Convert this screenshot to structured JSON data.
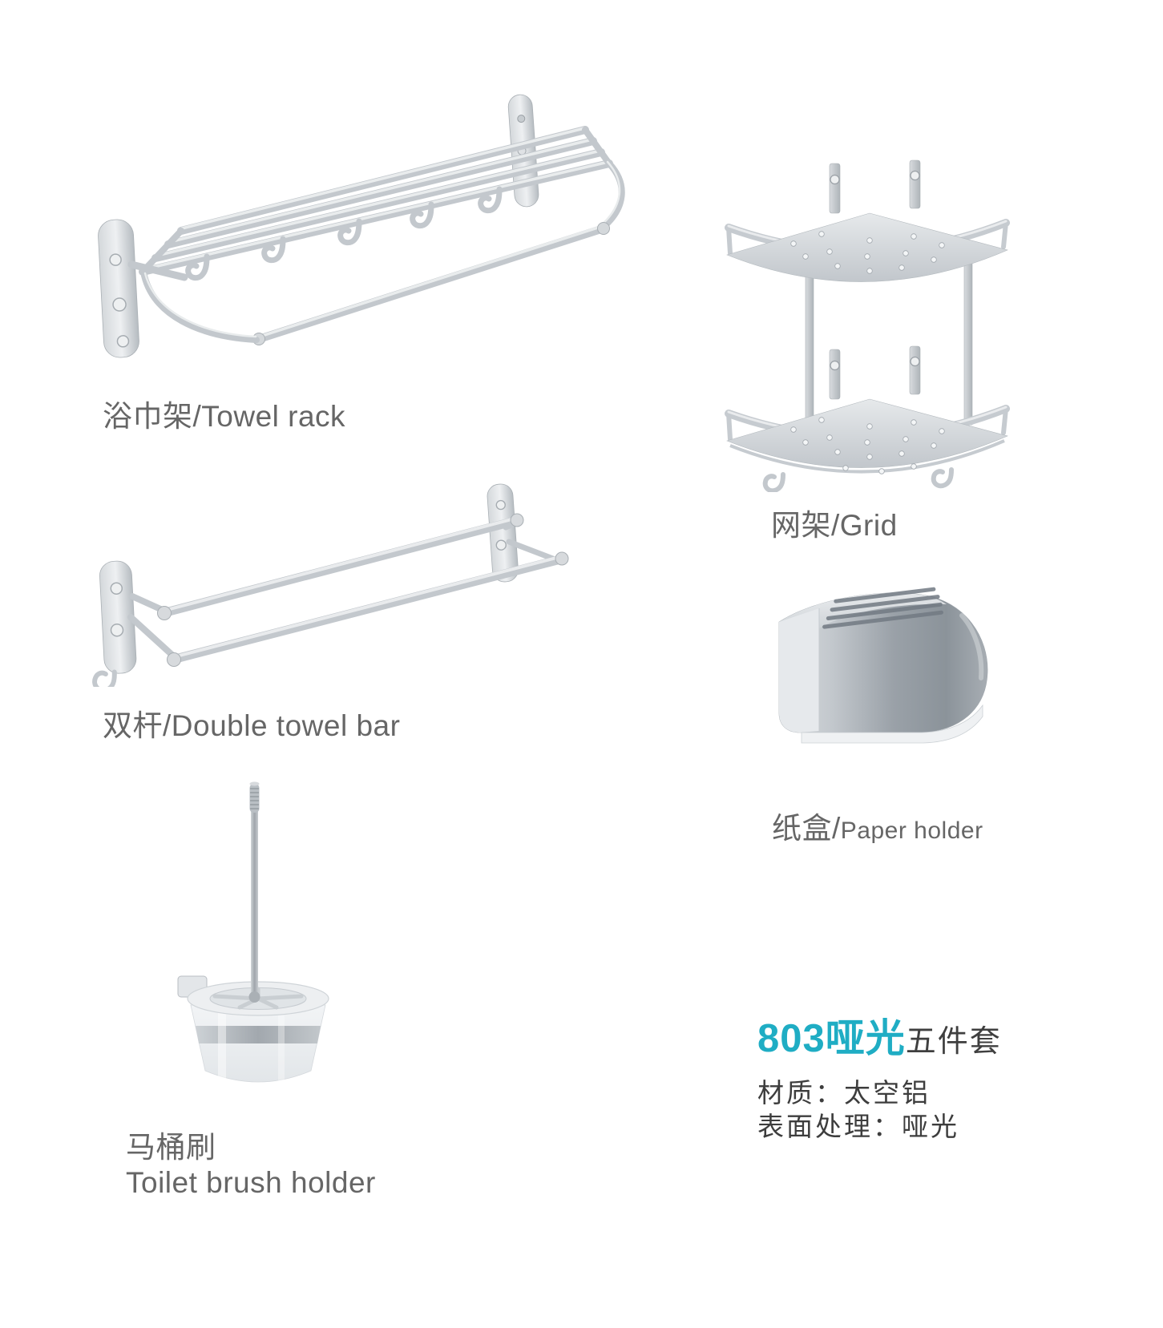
{
  "colors": {
    "accent_teal": "#1fadc4",
    "label_gray": "#666666",
    "spec_text": "#3d3d3d",
    "metal_silver": "#c3c8cd"
  },
  "products": [
    {
      "name": "towel-rack",
      "label": "浴巾架/Towel rack"
    },
    {
      "name": "grid",
      "label": "网架/Grid"
    },
    {
      "name": "double-towel-bar",
      "label": "双杆/Double towel bar"
    },
    {
      "name": "paper-holder",
      "label_zh": "纸盒/",
      "label_en": "Paper holder"
    },
    {
      "name": "toilet-brush-holder",
      "label_zh": "马桶刷",
      "label_en": "Toilet brush holder"
    }
  ],
  "set_info": {
    "model": "803哑光",
    "set_name": "五件套",
    "material": "材质：太空铝",
    "surface": "表面处理：哑光"
  }
}
